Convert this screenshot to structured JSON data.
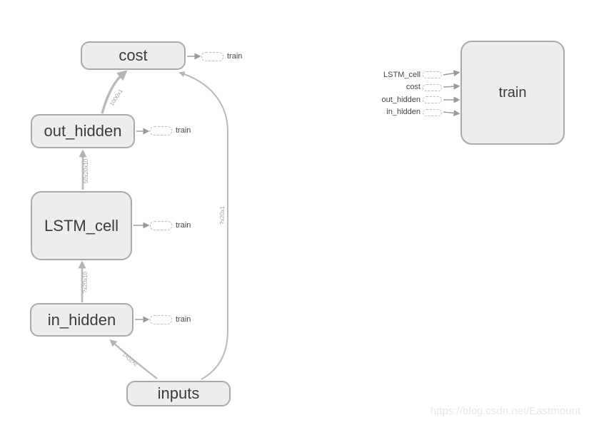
{
  "watermark": "https://blog.csdn.net/Eastmount",
  "colors": {
    "node_fill": "#ededed",
    "node_border": "#a9a9a9",
    "edge": "#b9b9b9",
    "node_text": "#3c3c3c",
    "edge_label_text": "#9e9e9e",
    "watermark_text": "#e8e8e8"
  },
  "graph": {
    "annotation_label": "train",
    "nodes": {
      "cost": {
        "label": "cost"
      },
      "out_hidden": {
        "label": "out_hidden"
      },
      "lstm_cell": {
        "label": "LSTM_cell"
      },
      "in_hidden": {
        "label": "in_hidden"
      },
      "inputs": {
        "label": "inputs"
      },
      "train": {
        "label": "train"
      }
    },
    "edges": {
      "in_hidden_to_lstm_cell": {
        "label": "?x20x10"
      },
      "lstm_cell_to_out_hidden": {
        "label": "50x20x10"
      },
      "out_hidden_to_cost": {
        "label": "1000x1"
      },
      "inputs_to_in_hidden": {
        "label": "?x20x1"
      },
      "inputs_to_cost": {
        "label": "?x20x1"
      }
    },
    "train_inputs": [
      {
        "label": "LSTM_cell"
      },
      {
        "label": "cost"
      },
      {
        "label": "out_hidden"
      },
      {
        "label": "in_hidden"
      }
    ]
  }
}
